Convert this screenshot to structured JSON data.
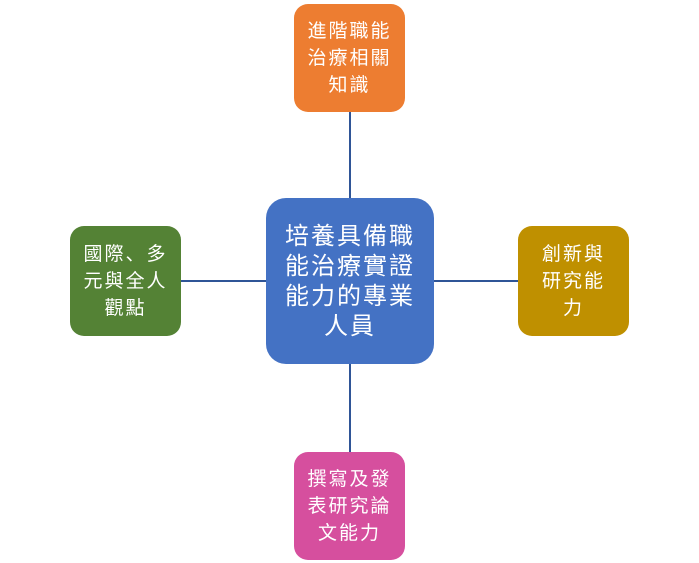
{
  "center": {
    "text": "培養具備職\n能治療實證\n能力的專業\n人員",
    "color": "#4472c4"
  },
  "top": {
    "text": "進階職能\n治療相關\n知識",
    "color": "#ed7d31"
  },
  "left": {
    "text": "國際、多\n元與全人\n觀點",
    "color": "#548235"
  },
  "right": {
    "text": "創新與\n研究能\n力",
    "color": "#bf9000"
  },
  "bottom": {
    "text": "撰寫及發\n表研究論\n文能力",
    "color": "#d64f9e"
  },
  "connector_color": "#2f5597"
}
